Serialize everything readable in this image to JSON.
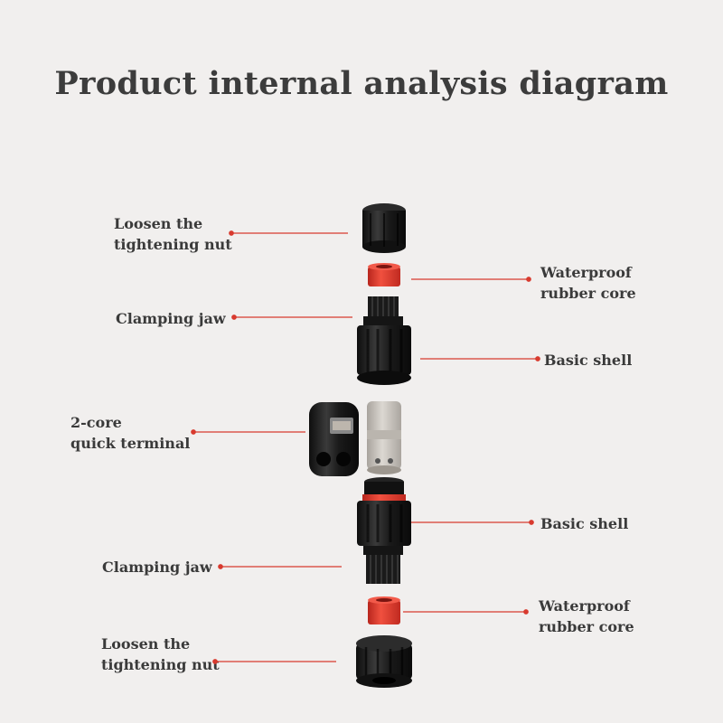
{
  "title": "Product internal analysis diagram",
  "colors": {
    "background": "#f1efee",
    "leader_line": "#d83a2e",
    "part_black": "#1e1e1e",
    "rubber_red": "#e23b2f",
    "terminal_gray": "#c9c5c0"
  },
  "labels": {
    "nut_top": [
      "Loosen the",
      "tightening nut"
    ],
    "rubber_top": [
      "Waterproof",
      "rubber core"
    ],
    "jaw_top": [
      "Clamping jaw"
    ],
    "shell_top": [
      "Basic shell"
    ],
    "terminal": [
      "2-core",
      "quick terminal"
    ],
    "shell_bottom": [
      "Basic shell"
    ],
    "jaw_bottom": [
      "Clamping jaw"
    ],
    "rubber_bottom": [
      "Waterproof",
      "rubber core"
    ],
    "nut_bottom": [
      "Loosen the",
      "tightening nut"
    ]
  }
}
